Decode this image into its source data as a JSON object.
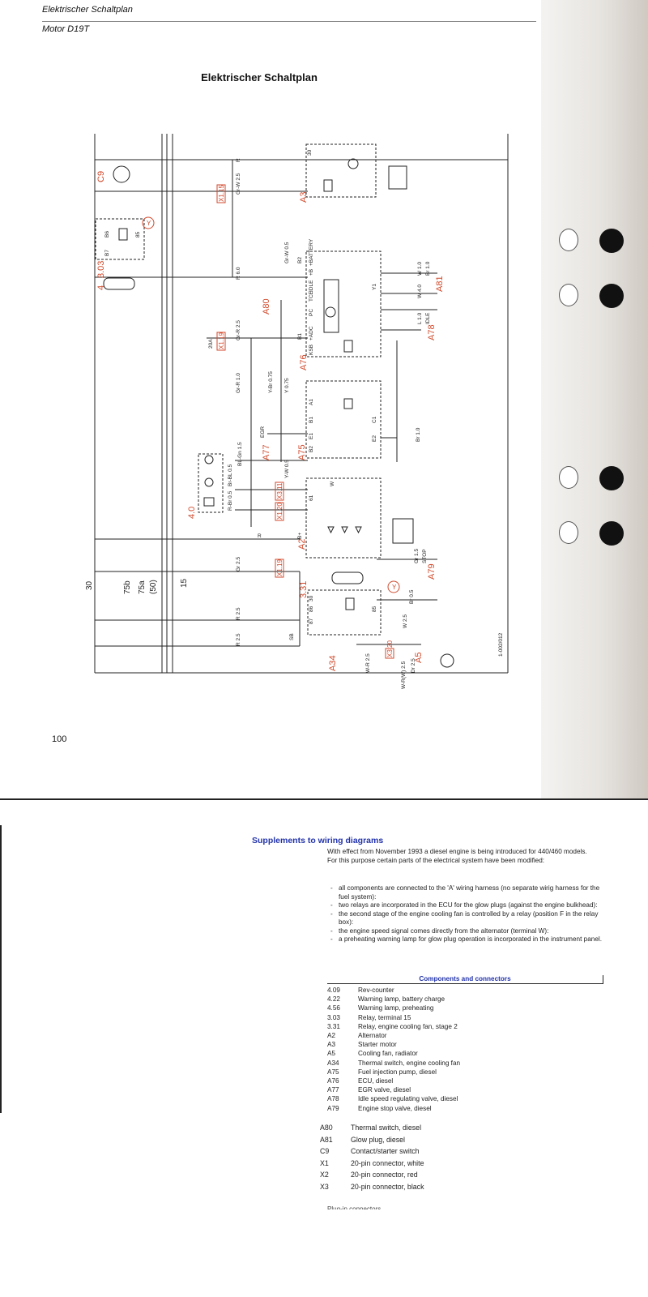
{
  "header": {
    "title": "Elektrischer Schaltplan",
    "subtitle": "Motor D19T"
  },
  "page_title": "Elektrischer Schaltplan",
  "page_number": "100",
  "diagram": {
    "bus_labels": [
      "30",
      "75b",
      "75a",
      "(50)",
      "15"
    ],
    "component_refs": [
      "C9",
      "3.03",
      "4",
      "A3",
      "A80",
      "A81",
      "A78",
      "A76",
      "A77",
      "A75",
      "4.0",
      "A2",
      "A79",
      "3.31",
      "A34",
      "A5"
    ],
    "connector_refs": [
      "X1.15",
      "X1.19",
      "X3.11",
      "X1.20",
      "X1.19",
      "X3.20"
    ],
    "wire_labels": [
      "R",
      "Gr-W 2.5",
      "R 6.0",
      "Gr-W 0.5",
      "Gr-R 2.5",
      "Gr-R 1.0",
      "Y-Br 0.75",
      "Y 0.75",
      "EGR",
      "W 1.0",
      "Br 1.0",
      "W 4.0",
      "L 1.0",
      "IDLE",
      "Br 1.0",
      "Y-W 0.5",
      "Br-BL 0.5",
      "BL-Gn 1.5",
      "R-Br 0.5",
      "R",
      "Gr 2.5",
      "Gr 1.5",
      "STOP",
      "R 2.5",
      "SB",
      "W 2.5",
      "Br 0.5",
      "R 2.5",
      "W-R 2.5",
      "W-R(W) 2.5",
      "Dr 2.5"
    ],
    "terminal_labels": [
      "30",
      "B6",
      "B7",
      "85",
      "B2",
      "B1",
      "+B",
      "+BATTERY",
      "IDLE",
      "Y1",
      "TCE",
      "PC",
      "KSB",
      "+ADC",
      "A1",
      "B1",
      "C1",
      "E1",
      "B2",
      "E2",
      "B+",
      "61",
      "W",
      "30",
      "86",
      "87",
      "85"
    ],
    "misc_labels": [
      "Y",
      "Y",
      "20A",
      "1-002/012"
    ]
  },
  "supplements": {
    "title": "Supplements to wiring diagrams",
    "intro_1": "With effect from November 1993 a diesel engine is being introduced for 440/460 models.",
    "intro_2": "For this purpose certain parts of the electrical system have been modified:",
    "bullets": [
      "all components are connected to the 'A' wiring harness (no separate wirig harness for the fuel system):",
      "two relays are incorporated in the ECU for the glow plugs (against the engine bulkhead):",
      "the second stage of the engine cooling fan is controlled by a relay (position F in the relay box):",
      "the engine speed signal comes directly from the alternator (terminal W):",
      "a preheating warning lamp for glow plug operation is incorporated in the instrument panel."
    ],
    "components_heading": "Components and connectors",
    "components": [
      {
        "code": "4.09",
        "desc": "Rev-counter"
      },
      {
        "code": "4.22",
        "desc": "Warning lamp, battery charge"
      },
      {
        "code": "4.56",
        "desc": "Warning lamp, preheating"
      },
      {
        "code": "3.03",
        "desc": "Relay, terminal 15"
      },
      {
        "code": "3.31",
        "desc": "Relay, engine cooling fan, stage 2"
      },
      {
        "code": "A2",
        "desc": "Alternator"
      },
      {
        "code": "A3",
        "desc": "Starter motor"
      },
      {
        "code": "A5",
        "desc": "Cooling fan, radiator"
      },
      {
        "code": "A34",
        "desc": "Thermal switch, engine cooling fan"
      },
      {
        "code": "A75",
        "desc": "Fuel injection pump, diesel"
      },
      {
        "code": "A76",
        "desc": "ECU, diesel"
      },
      {
        "code": "A77",
        "desc": "EGR valve, diesel"
      },
      {
        "code": "A78",
        "desc": "Idle speed regulating valve, diesel"
      },
      {
        "code": "A79",
        "desc": "Engine stop valve, diesel"
      }
    ],
    "components_continued": [
      {
        "code": "A80",
        "desc": "Thermal switch, diesel"
      },
      {
        "code": "A81",
        "desc": "Glow plug, diesel"
      },
      {
        "code": "C9",
        "desc": "Contact/starter switch"
      },
      {
        "code": "X1",
        "desc": "20-pin connector, white"
      },
      {
        "code": "X2",
        "desc": "20-pin connector, red"
      },
      {
        "code": "X3",
        "desc": "20-pin connector, black"
      }
    ],
    "cutoff_text": "Plug-in connectors"
  }
}
